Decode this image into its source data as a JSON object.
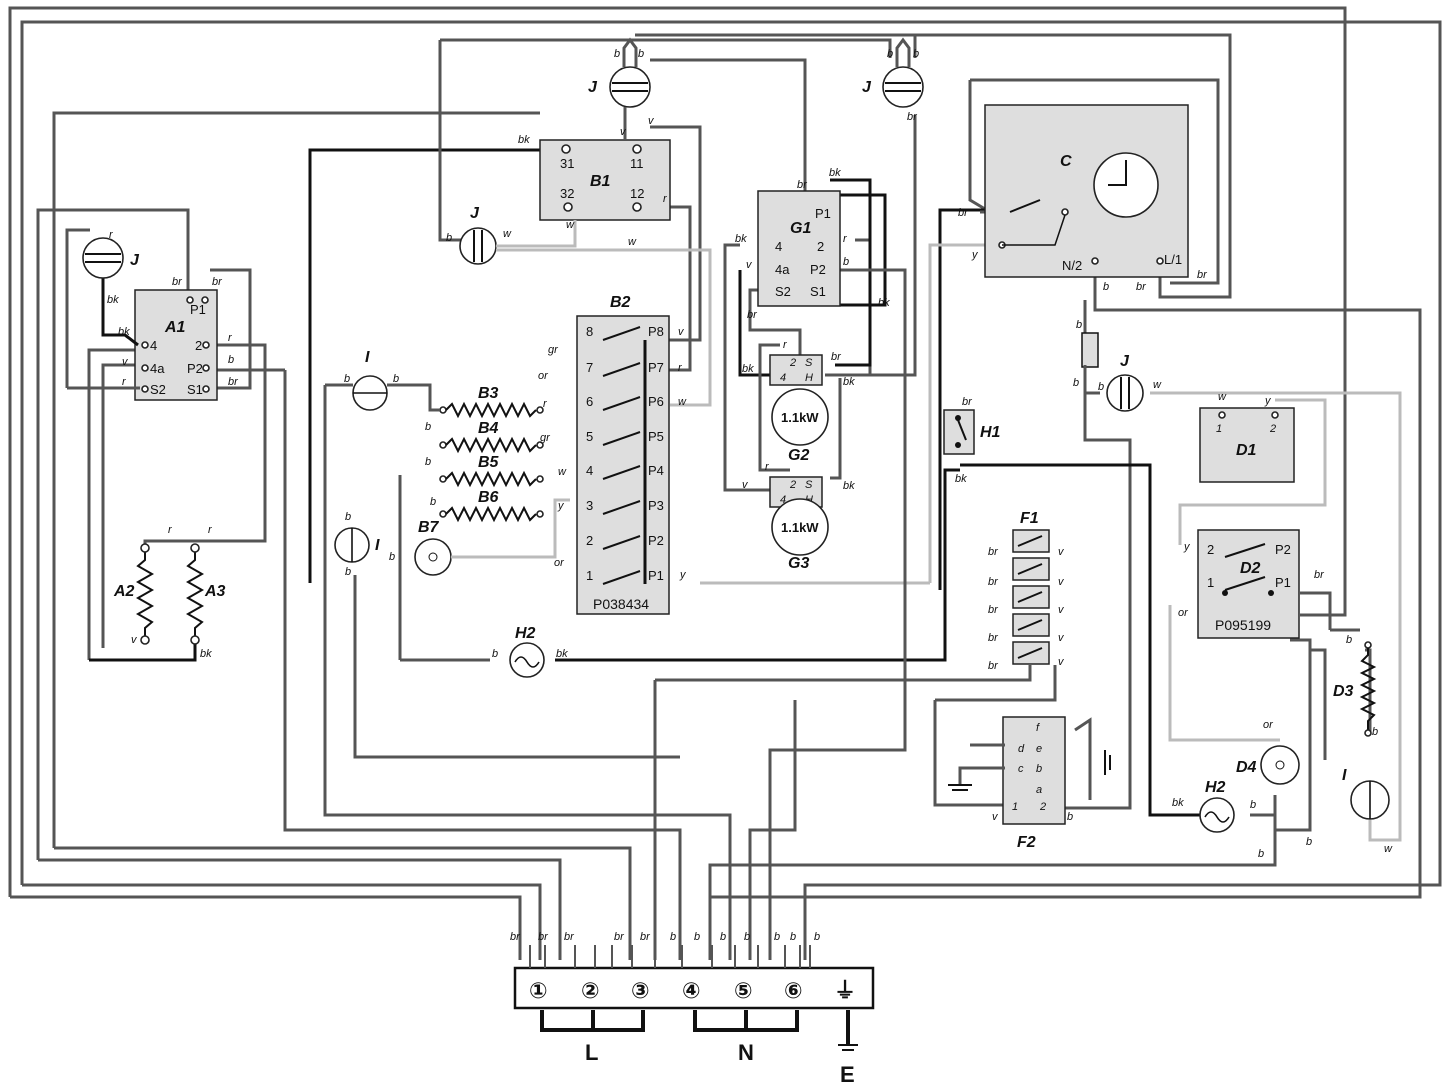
{
  "components": {
    "A1": "A1",
    "A2": "A2",
    "A3": "A3",
    "B1": "B1",
    "B2": "B2",
    "B3": "B3",
    "B4": "B4",
    "B5": "B5",
    "B6": "B6",
    "B7": "B7",
    "C": "C",
    "D1": "D1",
    "D2": "D2",
    "D3": "D3",
    "D4": "D4",
    "F1": "F1",
    "F2": "F2",
    "G1": "G1",
    "G2": "G2",
    "G3": "G3",
    "H1": "H1",
    "H2": "H2",
    "I": "I",
    "J": "J"
  },
  "b1_terminals": [
    "31",
    "11",
    "32",
    "12"
  ],
  "switch_terminals": [
    "P1",
    "2",
    "P2",
    "S1",
    "4",
    "4a",
    "S2"
  ],
  "b2_pins": [
    "8",
    "7",
    "6",
    "5",
    "4",
    "3",
    "2",
    "1"
  ],
  "b2_outputs": [
    "P8",
    "P7",
    "P6",
    "P5",
    "P4",
    "P3",
    "P2",
    "P1"
  ],
  "b2_code": "P038434",
  "d2_terminals": [
    "2",
    "1",
    "P2",
    "P1"
  ],
  "d2_code": "P095199",
  "d1_terminals": [
    "1",
    "2"
  ],
  "c_terminals": [
    "N/2",
    "L/1"
  ],
  "hob_rating": "1.1kW",
  "hob_terminals": [
    "2",
    "S",
    "4",
    "H"
  ],
  "f2_letters": [
    "f",
    "d",
    "e",
    "c",
    "b",
    "a"
  ],
  "f2_terminals": [
    "1",
    "2"
  ],
  "wire_colors": {
    "br": "br",
    "b": "b",
    "bk": "bk",
    "r": "r",
    "v": "v",
    "w": "w",
    "y": "y",
    "gr": "gr",
    "or": "or"
  },
  "terminal_block": {
    "terminals": [
      "①",
      "②",
      "③",
      "④",
      "⑤",
      "⑥",
      "⏚"
    ],
    "wire_labels": [
      "br",
      "br",
      "br",
      "br",
      "br",
      "b",
      "b",
      "b",
      "b",
      "b",
      "b",
      "b"
    ],
    "groups": [
      "L",
      "N",
      "E"
    ]
  },
  "colors": {
    "wire_dark": "#111111",
    "wire_grey": "#555555",
    "wire_light": "#bbbbbb",
    "box_fill": "#dedede"
  }
}
